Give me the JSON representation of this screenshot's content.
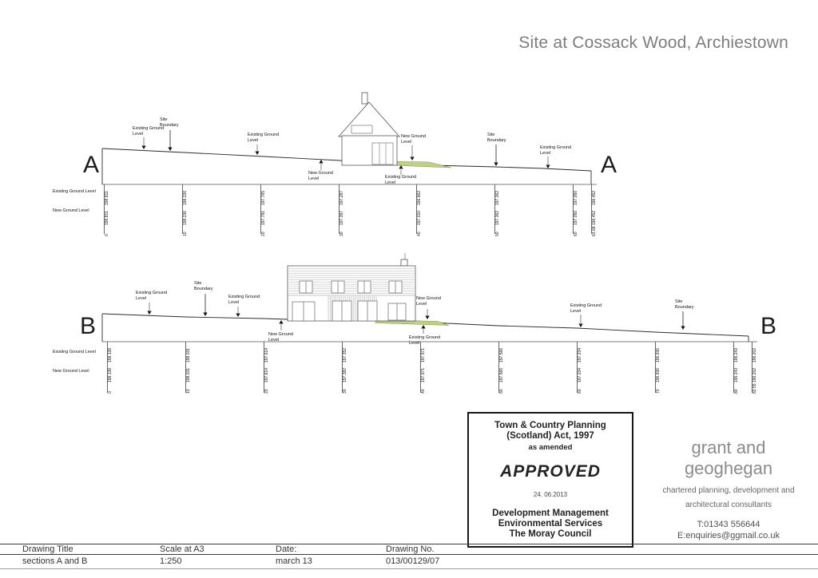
{
  "title": "Site at Cossack Wood, Archiestown",
  "labels": {
    "existing_ground": "Existing Ground Level",
    "new_ground": "New Ground Level",
    "site_boundary": "Site Boundary"
  },
  "section_a": {
    "letter": "A",
    "row_existing": "Existing Ground Level",
    "row_new": "New Ground Level",
    "columns": [
      {
        "ch": "0",
        "ex": "198.811",
        "nw": "198.811"
      },
      {
        "ch": "10",
        "ex": "198.226",
        "nw": "198.236"
      },
      {
        "ch": "20",
        "ex": "197.765",
        "nw": "197.791"
      },
      {
        "ch": "30",
        "ex": "197.287",
        "nw": "197.397"
      },
      {
        "ch": "40",
        "ex": "196.962",
        "nw": "197.010"
      },
      {
        "ch": "50",
        "ex": "197.362",
        "nw": "197.362"
      },
      {
        "ch": "60",
        "ex": "197.050",
        "nw": "197.050"
      },
      {
        "ch": "63.68",
        "ex": "196.452",
        "nw": "196.452"
      }
    ]
  },
  "section_b": {
    "letter": "B",
    "row_existing": "Existing Ground Level",
    "row_new": "New Ground Level",
    "columns": [
      {
        "ch": "0",
        "ex": "198.138",
        "nw": "198.138"
      },
      {
        "ch": "10",
        "ex": "198.031",
        "nw": "198.031"
      },
      {
        "ch": "20",
        "ex": "197.614",
        "nw": "197.614"
      },
      {
        "ch": "30",
        "ex": "197.352",
        "nw": "197.382"
      },
      {
        "ch": "40",
        "ex": "197.971",
        "nw": "197.971"
      },
      {
        "ch": "50",
        "ex": "197.566",
        "nw": "197.566"
      },
      {
        "ch": "60",
        "ex": "197.234",
        "nw": "197.234"
      },
      {
        "ch": "70",
        "ex": "196.936",
        "nw": "196.936"
      },
      {
        "ch": "80",
        "ex": "196.243",
        "nw": "196.243"
      },
      {
        "ch": "82.55",
        "ex": "196.202",
        "nw": "196.202"
      }
    ]
  },
  "stamp": {
    "line1": "Town & Country Planning",
    "line2": "(Scotland) Act, 1997",
    "line3": "as amended",
    "approved": "APPROVED",
    "date": "24. 06.2013",
    "dept1": "Development Management",
    "dept2": "Environmental Services",
    "dept3": "The Moray Council"
  },
  "firm": {
    "name1": "grant and",
    "name2": "geoghegan",
    "tagline1": "chartered planning, development and",
    "tagline2": "architectural consultants",
    "phone": "T:01343 556644",
    "email": "E:enquiries@ggmail.co.uk"
  },
  "footer": {
    "col1_label": "Drawing Title",
    "col1_value": "sections A and B",
    "col2_label": "Scale at A3",
    "col2_value": "1:250",
    "col3_label": "Date:",
    "col3_value": "march 13",
    "col4_label": "Drawing No.",
    "col4_value": "013/00129/07"
  },
  "colors": {
    "new_ground_fill": "#bdd089",
    "line": "#3c3c3c",
    "title_gray": "#7d7d7d"
  }
}
